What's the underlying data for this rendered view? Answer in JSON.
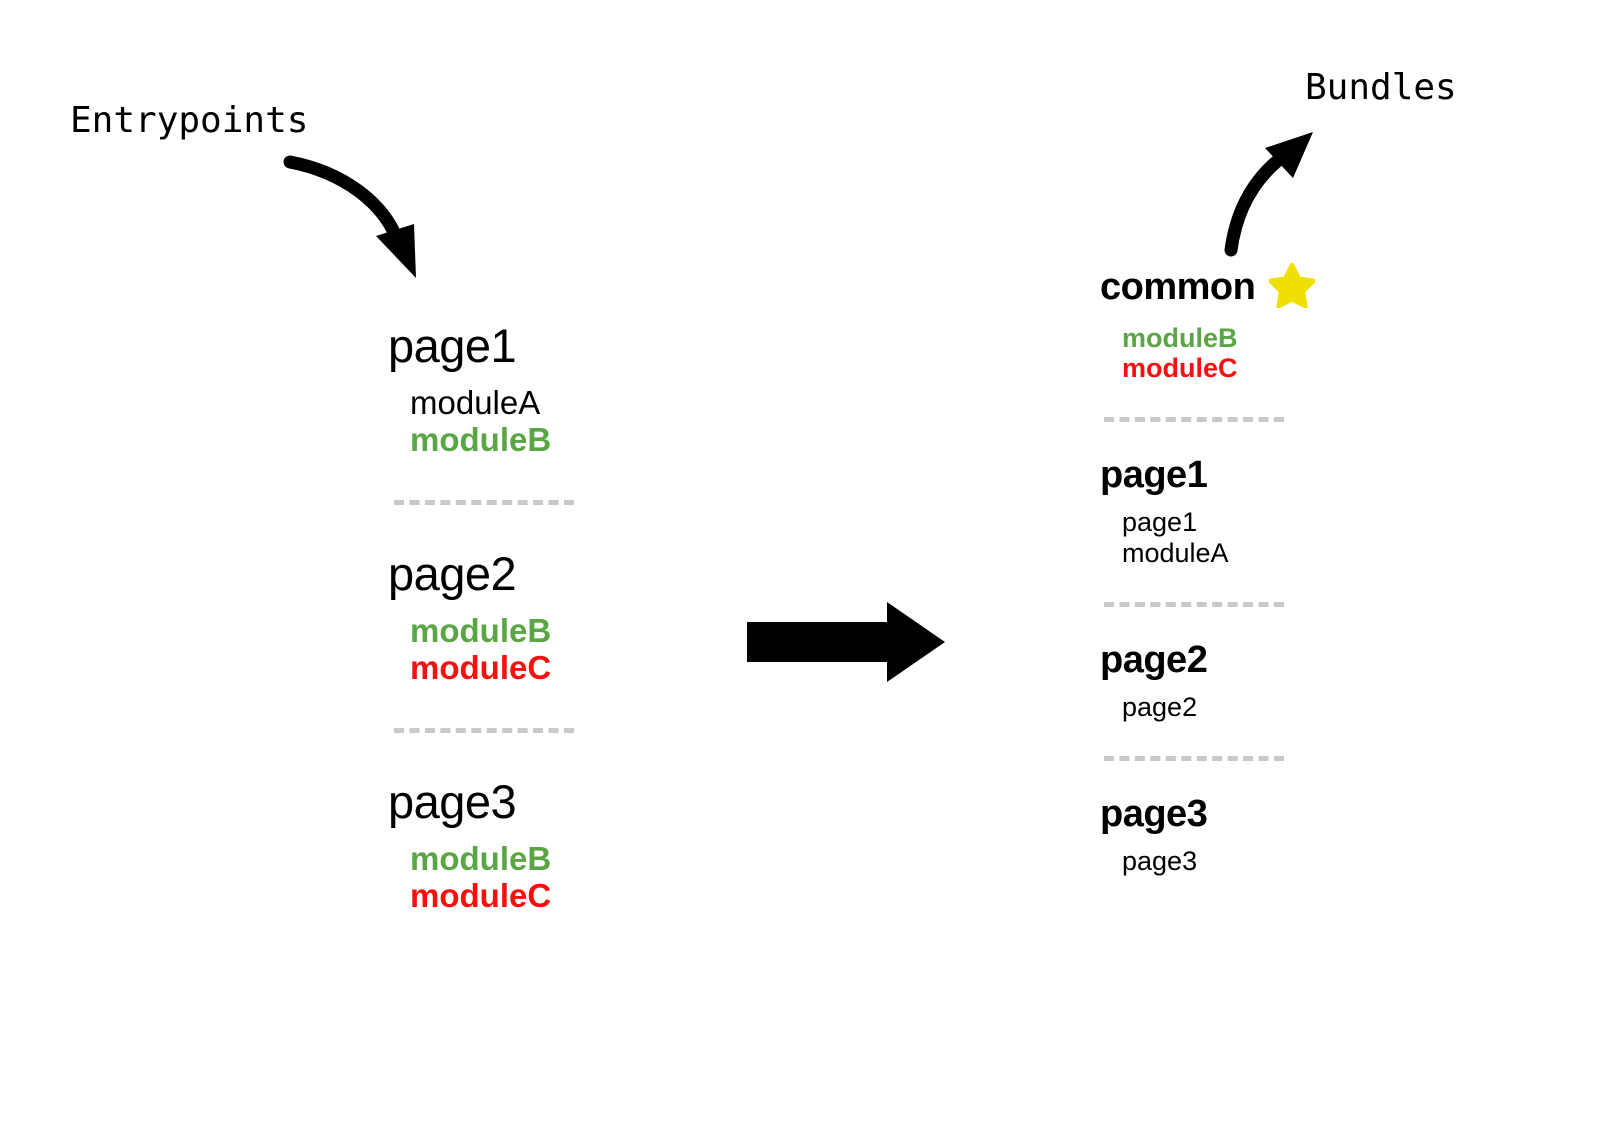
{
  "diagram": {
    "title_left": "Entrypoints",
    "title_right": "Bundles",
    "icons": {
      "entry_arrow": "curved-arrow-down-right-icon",
      "bundle_arrow": "curved-arrow-up-right-icon",
      "transform_arrow": "block-arrow-right-icon",
      "star": "star-icon"
    },
    "colors": {
      "shared_module": "#5aa544",
      "duplicated_module": "#fa0f0f",
      "plain_module": "#000000",
      "star": "#efe000",
      "divider": "#c9c9c9",
      "background": "#ffffff"
    }
  },
  "entrypoints": {
    "groups": [
      {
        "name": "page1",
        "modules": [
          {
            "label": "moduleA",
            "kind": "plain"
          },
          {
            "label": "moduleB",
            "kind": "shared"
          }
        ]
      },
      {
        "name": "page2",
        "modules": [
          {
            "label": "moduleB",
            "kind": "shared"
          },
          {
            "label": "moduleC",
            "kind": "dup"
          }
        ]
      },
      {
        "name": "page3",
        "modules": [
          {
            "label": "moduleB",
            "kind": "shared"
          },
          {
            "label": "moduleC",
            "kind": "dup"
          }
        ]
      }
    ]
  },
  "bundles": {
    "groups": [
      {
        "name": "common",
        "starred": true,
        "modules": [
          {
            "label": "moduleB",
            "kind": "shared"
          },
          {
            "label": "moduleC",
            "kind": "dup"
          }
        ]
      },
      {
        "name": "page1",
        "starred": false,
        "modules": [
          {
            "label": "page1",
            "kind": "plain"
          },
          {
            "label": "moduleA",
            "kind": "plain"
          }
        ]
      },
      {
        "name": "page2",
        "starred": false,
        "modules": [
          {
            "label": "page2",
            "kind": "plain"
          }
        ]
      },
      {
        "name": "page3",
        "starred": false,
        "modules": [
          {
            "label": "page3",
            "kind": "plain"
          }
        ]
      }
    ]
  }
}
